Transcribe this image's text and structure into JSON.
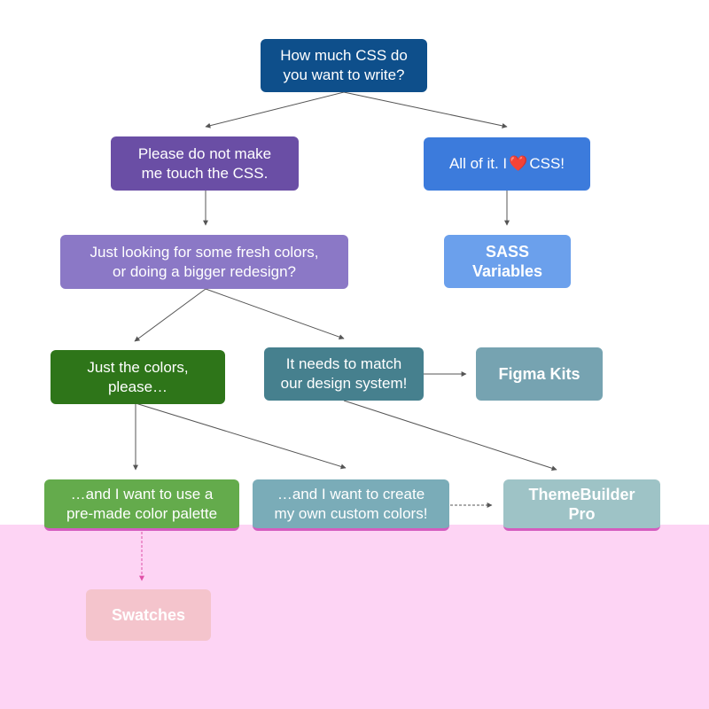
{
  "diagram": {
    "nodes": {
      "q1": {
        "text": "How much CSS do\nyou want to write?",
        "color": "#0e4f8b"
      },
      "left1": {
        "text": "Please do not make\nme touch the CSS.",
        "color": "#6a4ea5"
      },
      "right1": {
        "text": "All of it. I ",
        "heart": "❤️",
        "text_after": " CSS!",
        "color": "#3c7bdc"
      },
      "q2": {
        "text": "Just looking for some fresh colors,\nor doing a bigger redesign?",
        "color": "#8b78c6"
      },
      "sass": {
        "text": "SASS\nVariables",
        "color": "#6ba0ec"
      },
      "colors": {
        "text": "Just the colors,\nplease…",
        "color": "#2e7519"
      },
      "design": {
        "text": "It needs to match\nour design system!",
        "color": "#46808e"
      },
      "figma": {
        "text": "Figma Kits",
        "color": "#76a3b1"
      },
      "premade": {
        "text": "…and I want to use a\npre-made color palette",
        "color": "#64ab4c"
      },
      "custom": {
        "text": "…and I want to create\nmy own custom colors!",
        "color": "#7aacb8"
      },
      "themebuilder": {
        "text": "ThemeBuilder\nPro",
        "color": "#9ec3c6"
      },
      "swatches": {
        "text": "Swatches",
        "color": "#f4c4cc"
      }
    },
    "colors": {
      "edge": "#555555",
      "pink_edge": "#e04fa8",
      "band": "#fdd4f4"
    }
  }
}
